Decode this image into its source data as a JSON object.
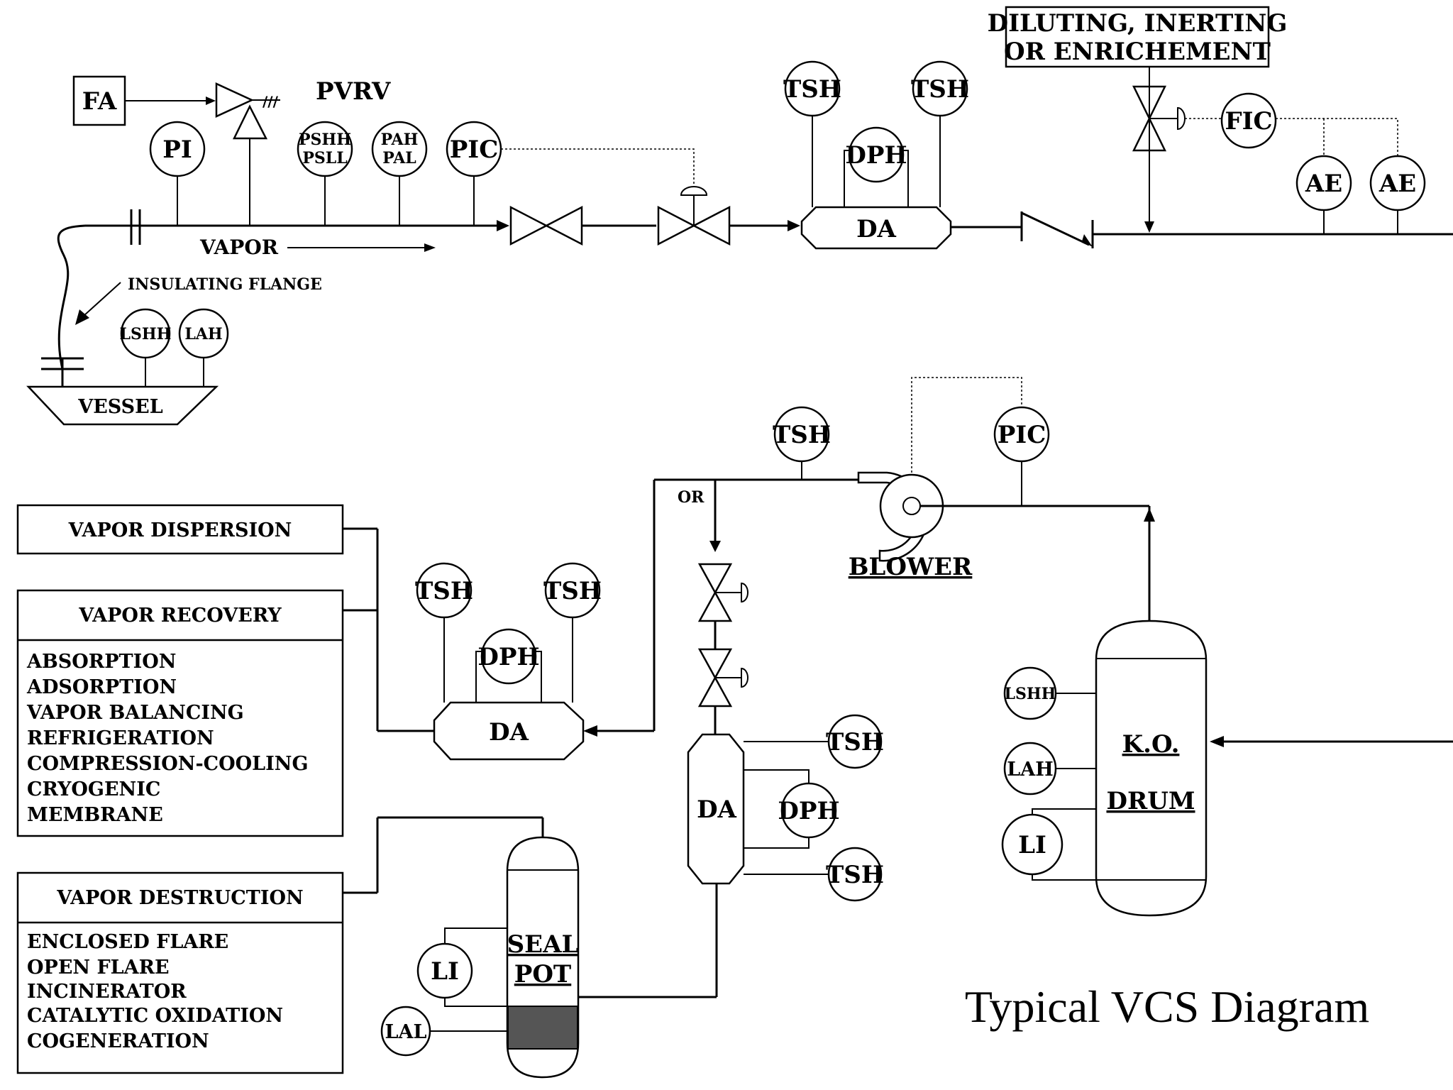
{
  "caption": "Typical VCS Diagram",
  "top_line": {
    "fa": "FA",
    "pvrv": "PVRV",
    "pi": "PI",
    "pshh": "PSHH",
    "psll": "PSLL",
    "pah": "PAH",
    "pal": "PAL",
    "pic": "PIC",
    "vapor": "VAPOR",
    "insulating_flange": "INSULATING FLANGE",
    "lshh": "LSHH",
    "lah": "LAH",
    "vessel": "VESSEL",
    "tsh_1": "TSH",
    "tsh_2": "TSH",
    "dph": "DPH",
    "da": "DA",
    "diluting_line1": "DILUTING, INERTING",
    "diluting_line2": "OR ENRICHEMENT",
    "fic": "FIC",
    "ae_1": "AE",
    "ae_2": "AE"
  },
  "middle": {
    "tsh": "TSH",
    "pic": "PIC",
    "or": "OR",
    "blower": "BLOWER"
  },
  "ko_drum": {
    "lshh": "LSHH",
    "lah": "LAH",
    "li": "LI",
    "label1": "K.O.",
    "label2": "DRUM"
  },
  "vertical_da": {
    "tsh_top": "TSH",
    "dph": "DPH",
    "tsh_bottom": "TSH",
    "da": "DA"
  },
  "left_da": {
    "tsh_1": "TSH",
    "tsh_2": "TSH",
    "dph": "DPH",
    "da": "DA"
  },
  "seal_pot": {
    "label1": "SEAL",
    "label2": "POT",
    "li": "LI",
    "lal": "LAL"
  },
  "boxes": {
    "dispersion": "VAPOR DISPERSION",
    "recovery": "VAPOR RECOVERY",
    "recovery_items": [
      "ABSORPTION",
      "ADSORPTION",
      "VAPOR BALANCING",
      "REFRIGERATION",
      "COMPRESSION-COOLING",
      "CRYOGENIC",
      "MEMBRANE"
    ],
    "destruction": "VAPOR DESTRUCTION",
    "destruction_items": [
      "ENCLOSED FLARE",
      "OPEN FLARE",
      "INCINERATOR",
      "CATALYTIC OXIDATION",
      "COGENERATION"
    ]
  }
}
